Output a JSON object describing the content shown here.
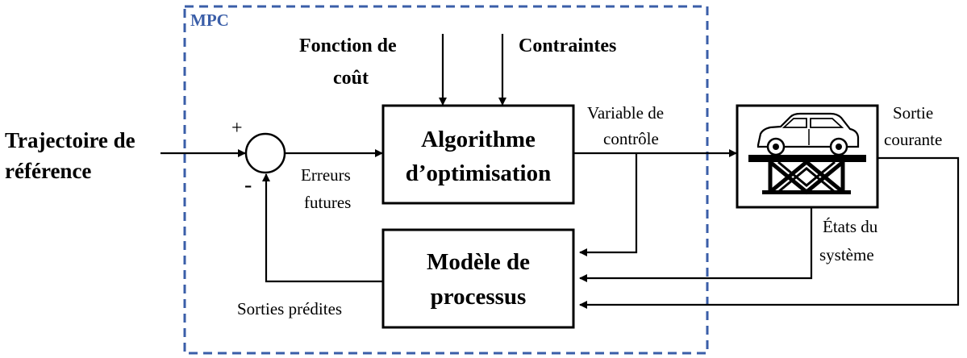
{
  "mpc_label": "MPC",
  "inputs": {
    "reference_line1": "Trajectoire de",
    "reference_line2": "référence",
    "cost_line1": "Fonction de",
    "cost_line2": "coût",
    "constraints": "Contraintes"
  },
  "summing": {
    "plus": "+",
    "minus": "-"
  },
  "blocks": {
    "optimizer_line1": "Algorithme",
    "optimizer_line2": "d’optimisation",
    "model_line1": "Modèle de",
    "model_line2": "processus"
  },
  "signals": {
    "errors_line1": "Erreurs",
    "errors_line2": "futures",
    "control_line1": "Variable de",
    "control_line2": "contrôle",
    "output_line1": "Sortie",
    "output_line2": "courante",
    "states_line1": "États du",
    "states_line2": "système",
    "predicted": "Sorties prédites"
  },
  "plant": {
    "icon": "car-on-lift-icon"
  },
  "colors": {
    "mpc_border": "#3a5ea8",
    "line": "#000000"
  }
}
